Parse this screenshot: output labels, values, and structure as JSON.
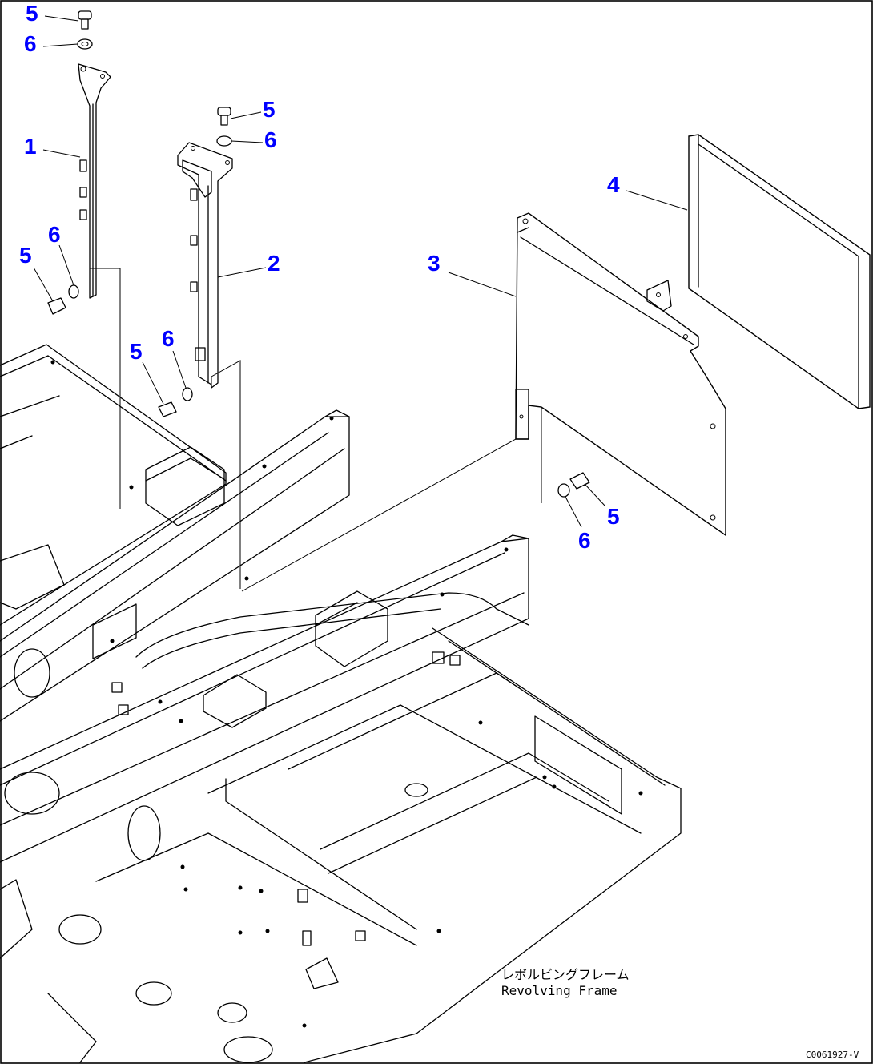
{
  "callouts": [
    {
      "id": "c-5-top",
      "label": "5"
    },
    {
      "id": "c-6-top",
      "label": "6"
    },
    {
      "id": "c-1",
      "label": "1"
    },
    {
      "id": "c-6-left",
      "label": "6"
    },
    {
      "id": "c-5-left",
      "label": "5"
    },
    {
      "id": "c-5-mid-top",
      "label": "5"
    },
    {
      "id": "c-6-mid-top",
      "label": "6"
    },
    {
      "id": "c-2",
      "label": "2"
    },
    {
      "id": "c-5-mid",
      "label": "5"
    },
    {
      "id": "c-6-mid",
      "label": "6"
    },
    {
      "id": "c-4",
      "label": "4"
    },
    {
      "id": "c-3",
      "label": "3"
    },
    {
      "id": "c-5-right",
      "label": "5"
    },
    {
      "id": "c-6-right",
      "label": "6"
    }
  ],
  "caption": {
    "japanese": "レボルビングフレーム",
    "english": "Revolving Frame"
  },
  "drawing_code": "C0061927-V"
}
